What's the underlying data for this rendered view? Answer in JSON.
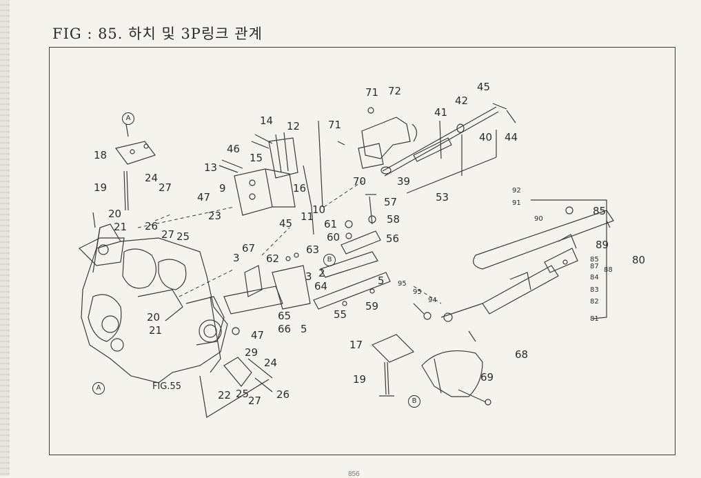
{
  "title": "FIG : 85. 하치 및 3P링크 관계",
  "page_number": "856",
  "ref_fig": "FIG.55",
  "markers": {
    "a": "A",
    "b": "B"
  },
  "callouts": {
    "c71a": "71",
    "c72": "72",
    "c45t": "45",
    "c42": "42",
    "c41": "41",
    "c44": "44",
    "c40": "40",
    "c71b": "71",
    "c70": "70",
    "c39": "39",
    "c53": "53",
    "c14": "14",
    "c12": "12",
    "c13": "13",
    "c46": "46",
    "c15": "15",
    "c9": "9",
    "c16": "16",
    "c11": "11",
    "c10": "10",
    "c45m": "45",
    "c18": "18",
    "c19a": "19",
    "c20a": "20",
    "c21a": "21",
    "c24a": "24",
    "c27a": "27",
    "c47a": "47",
    "c23": "23",
    "c26a": "26",
    "c27b": "27",
    "c25a": "25",
    "c57": "57",
    "c58": "58",
    "c61": "61",
    "c60": "60",
    "c56": "56",
    "c67": "67",
    "c3a": "3",
    "c62": "62",
    "c63": "63",
    "c2": "2",
    "c3b": "3",
    "c64": "64",
    "c5a": "5",
    "c55": "55",
    "c59": "59",
    "c65": "65",
    "c66": "66",
    "c5b": "5",
    "c20b": "20",
    "c21b": "21",
    "c47b": "47",
    "c29": "29",
    "c24b": "24",
    "c22": "22",
    "c25b": "25",
    "c27c": "27",
    "c26b": "26",
    "c17": "17",
    "c19b": "19",
    "c68": "68",
    "c69": "69",
    "c95a": "95",
    "c95b": "95",
    "c94": "94",
    "c92": "92",
    "c91": "91",
    "c90": "90",
    "c85a": "85",
    "c89": "89",
    "c85b": "85",
    "c87": "87",
    "c88": "88",
    "c84": "84",
    "c83": "83",
    "c82": "82",
    "c81": "81",
    "c80": "80"
  }
}
